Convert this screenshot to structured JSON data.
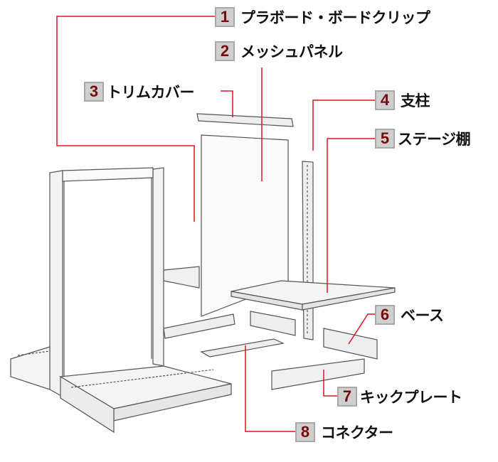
{
  "parts": [
    {
      "number": "1",
      "name": "プラボード・ボードクリップ"
    },
    {
      "number": "2",
      "name": "メッシュパネル"
    },
    {
      "number": "3",
      "name": "トリムカバー"
    },
    {
      "number": "4",
      "name": "支柱"
    },
    {
      "number": "5",
      "name": "ステージ棚"
    },
    {
      "number": "6",
      "name": "ベース"
    },
    {
      "number": "7",
      "name": "キックプレート"
    },
    {
      "number": "8",
      "name": "コネクター"
    }
  ],
  "colors": {
    "leader": "#e0141e",
    "number_text": "#7a0a0a",
    "number_bg": "#cfcfcf",
    "outline": "#555555"
  }
}
